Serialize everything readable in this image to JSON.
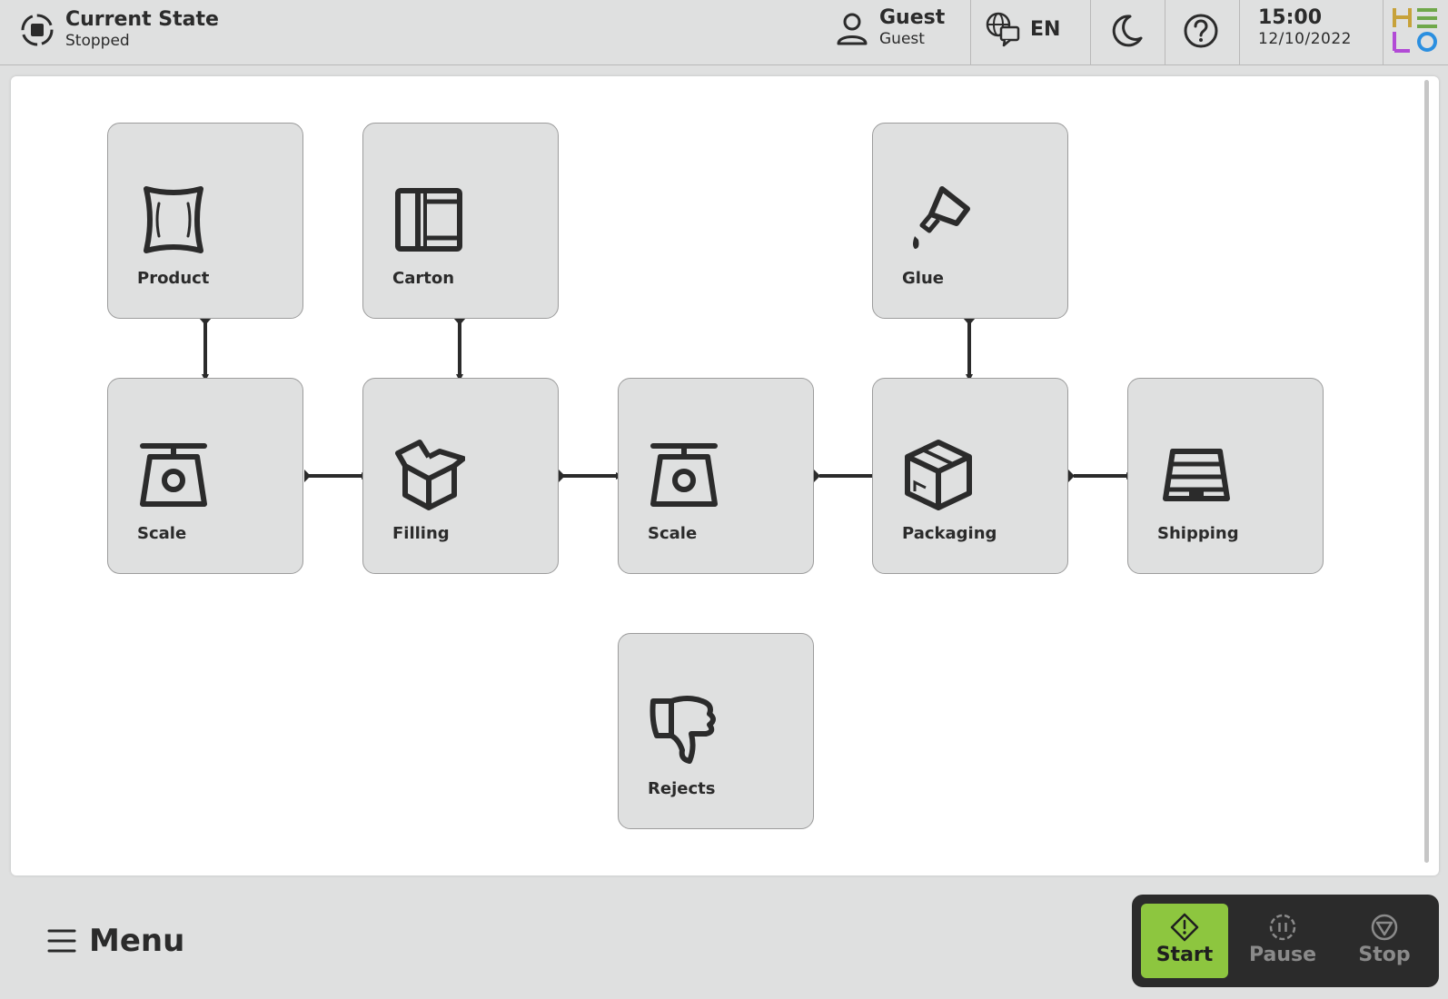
{
  "header": {
    "state_title": "Current State",
    "state_value": "Stopped",
    "user_name": "Guest",
    "user_role": "Guest",
    "language": "EN",
    "time": "15:00",
    "date": "12/10/2022"
  },
  "nodes": {
    "product": "Product",
    "carton": "Carton",
    "glue": "Glue",
    "scale_in": "Scale",
    "filling": "Filling",
    "scale_out": "Scale",
    "packaging": "Packaging",
    "shipping": "Shipping",
    "rejects": "Rejects"
  },
  "footer": {
    "menu_label": "Menu",
    "start_label": "Start",
    "pause_label": "Pause",
    "stop_label": "Stop"
  },
  "colors": {
    "background": "#dfe0e0",
    "panel": "#ffffff",
    "node": "#dfe0e0",
    "start": "#8dc63f",
    "controls": "#2b2b2b"
  },
  "icons": {
    "state": "stop-circle-icon",
    "user": "user-icon",
    "language": "language-chat-icon",
    "theme": "moon-icon",
    "help": "help-icon",
    "menu": "hamburger-icon"
  }
}
